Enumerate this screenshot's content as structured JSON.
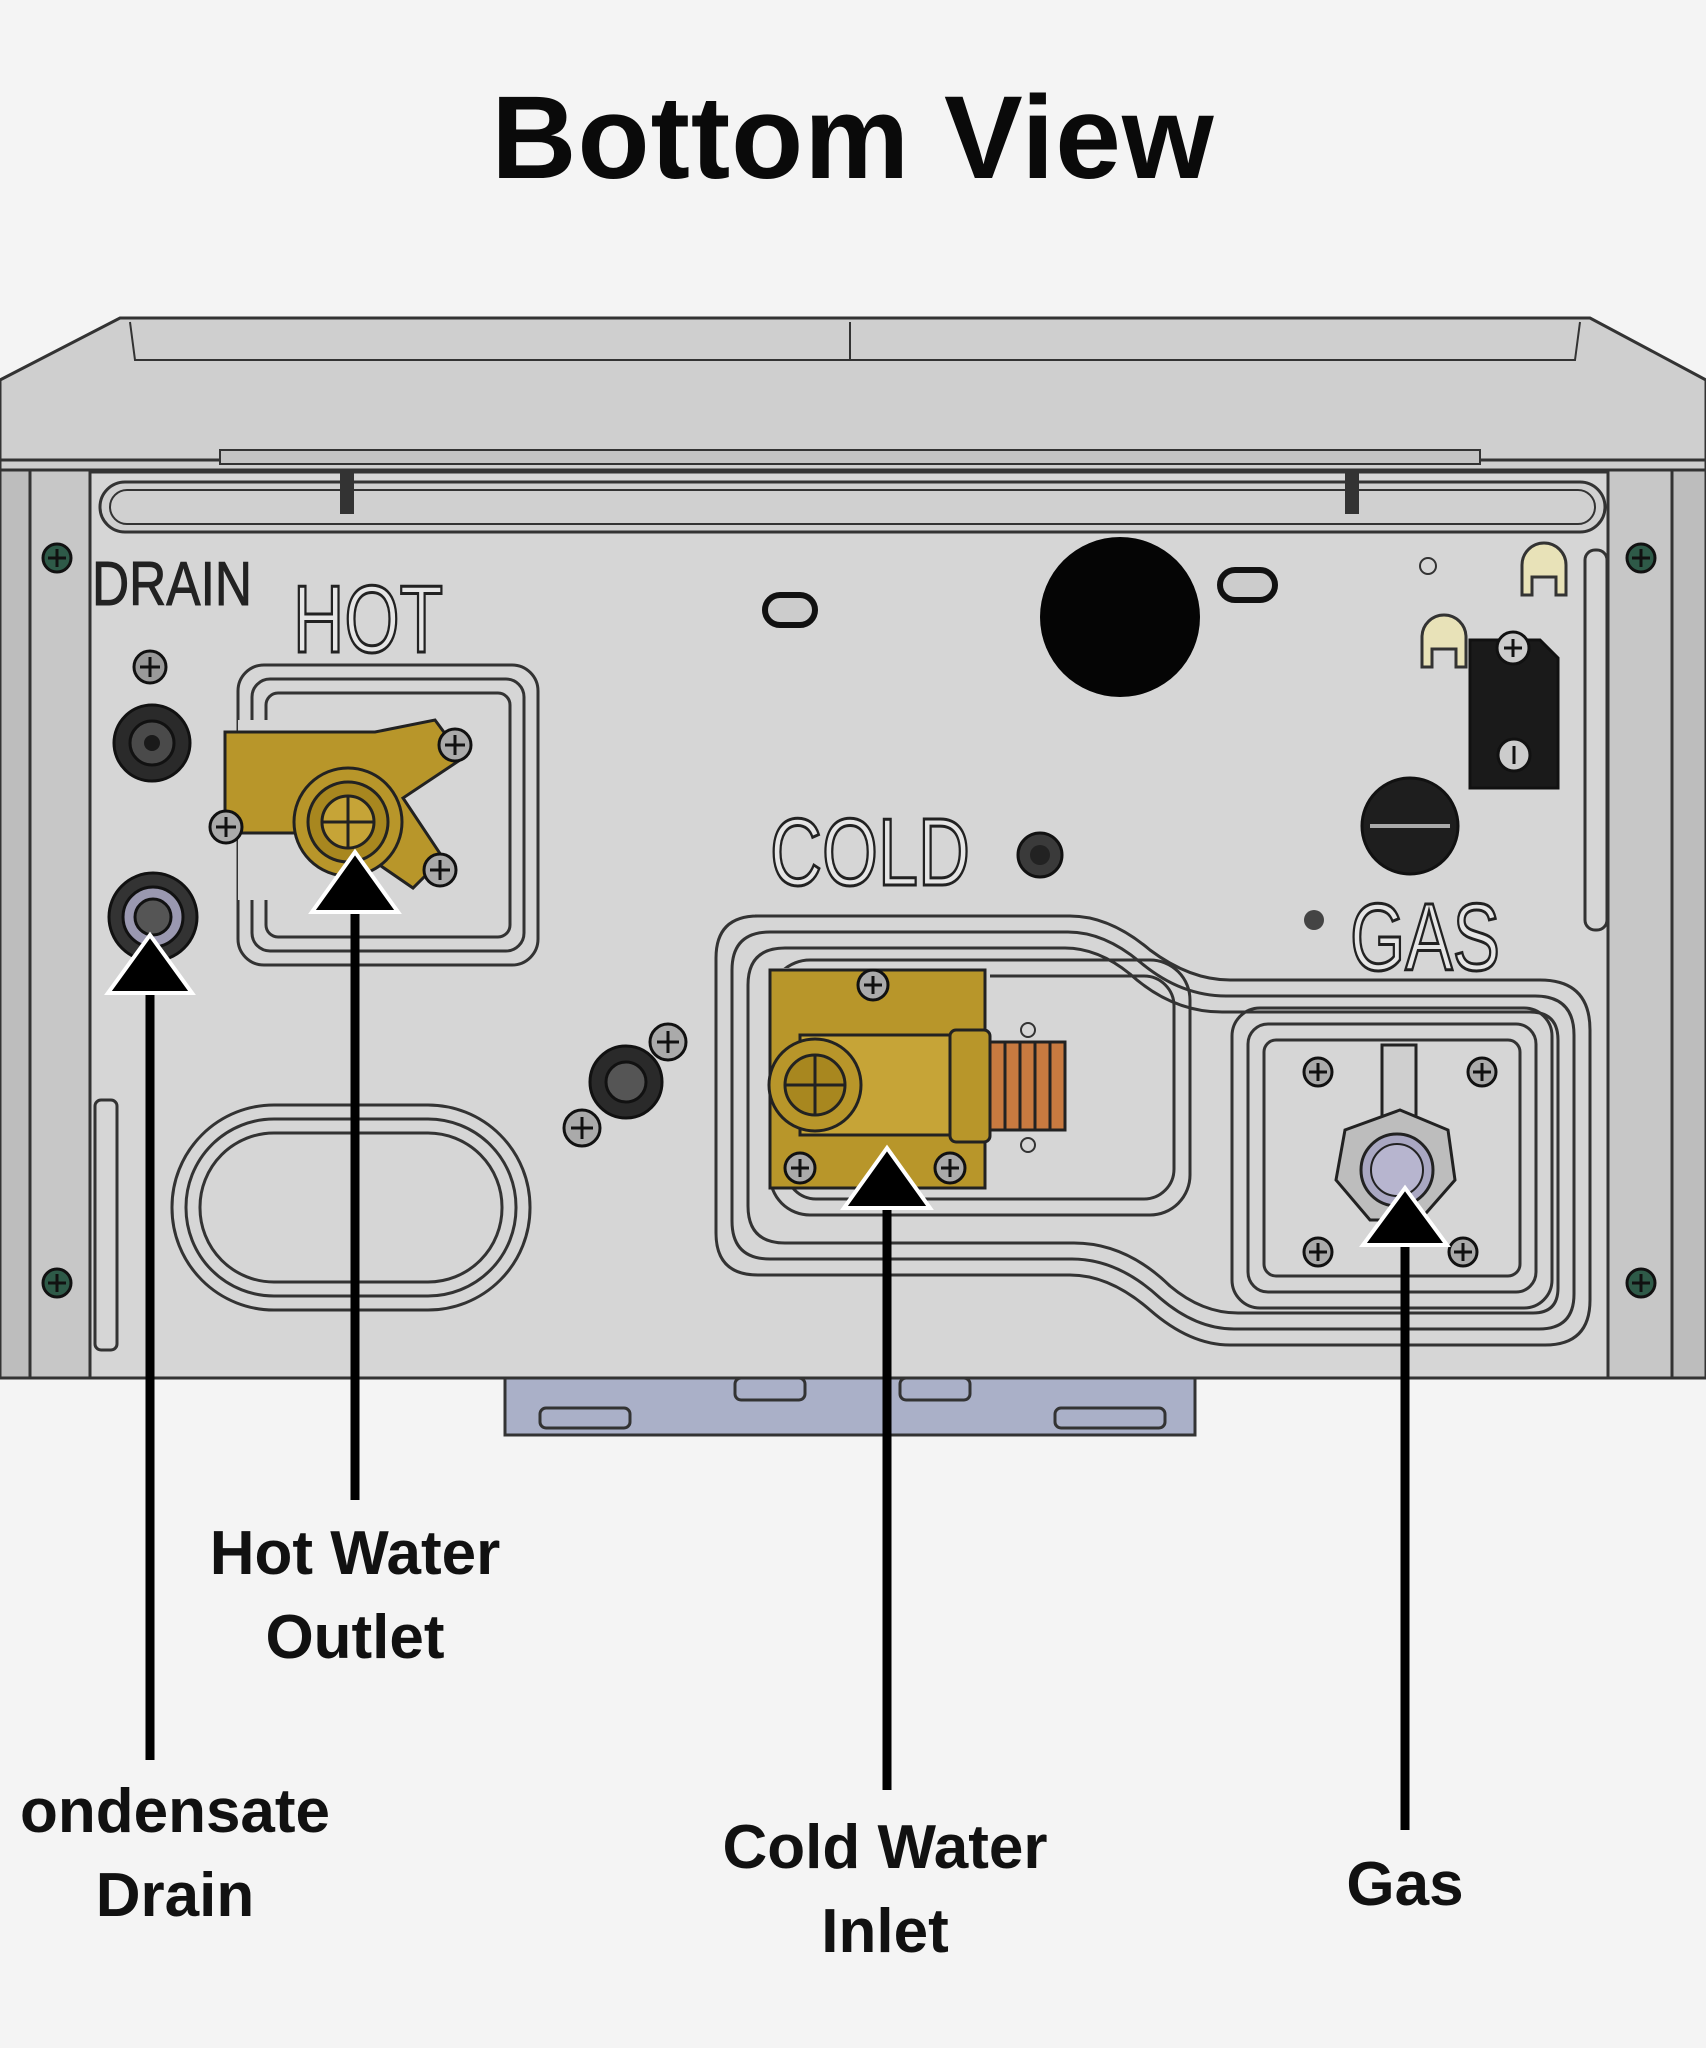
{
  "title": "Bottom View",
  "panel_markings": {
    "drain": "DRAIN",
    "hot": "HOT",
    "cold": "COLD",
    "gas": "GAS"
  },
  "callouts": [
    {
      "id": "hot-water-outlet",
      "line1": "Hot Water",
      "line2": "Outlet"
    },
    {
      "id": "condensate-drain",
      "line1": "ondensate",
      "line2": "Drain"
    },
    {
      "id": "cold-water-inlet",
      "line1": "Cold Water",
      "line2": "Inlet"
    },
    {
      "id": "gas",
      "line1": "Gas",
      "line2": ""
    }
  ],
  "colors": {
    "background": "#f4f4f4",
    "panel": "#d6d6d6",
    "housing": "#cfcfcf",
    "brass": "#b8962a",
    "mount_bracket": "#aab0c8",
    "arrow": "#000000"
  }
}
